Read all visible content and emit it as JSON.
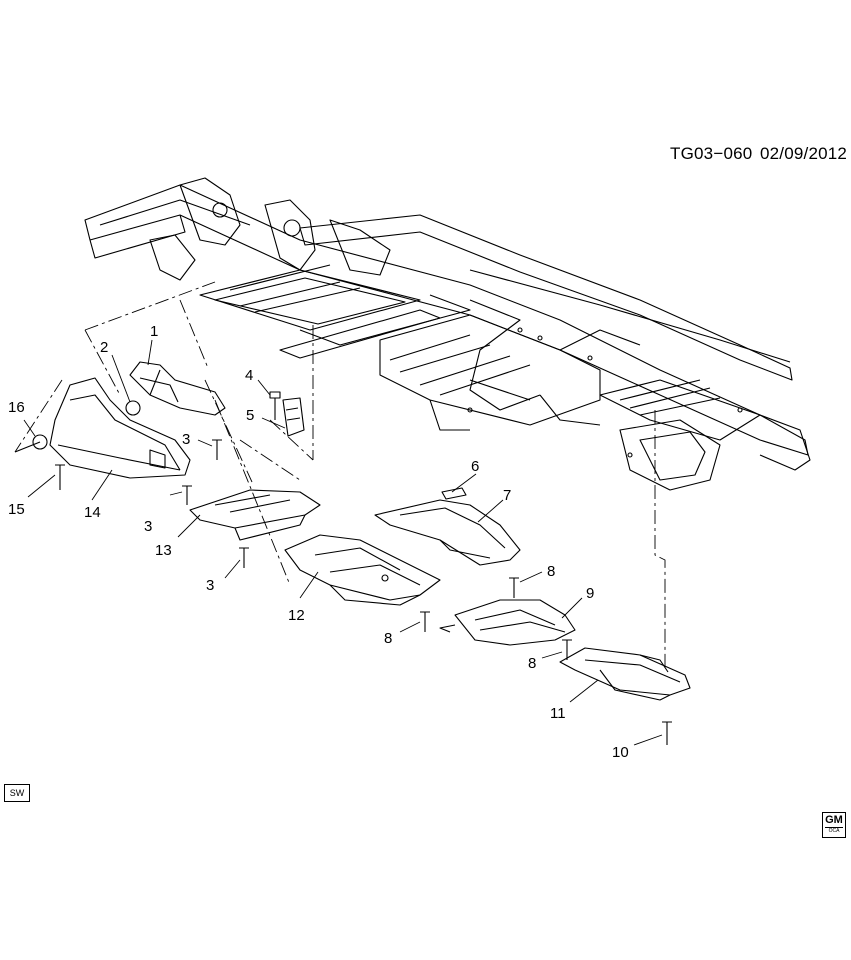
{
  "header": {
    "diagram_id": "TG03−060",
    "date": "02/09/2012"
  },
  "badges": {
    "sw": "SW",
    "gm": "GM",
    "gm_sub": "OCA"
  },
  "callouts": [
    "1",
    "2",
    "3",
    "3",
    "3",
    "4",
    "5",
    "6",
    "7",
    "8",
    "8",
    "8",
    "9",
    "10",
    "11",
    "12",
    "13",
    "14",
    "15",
    "16"
  ]
}
